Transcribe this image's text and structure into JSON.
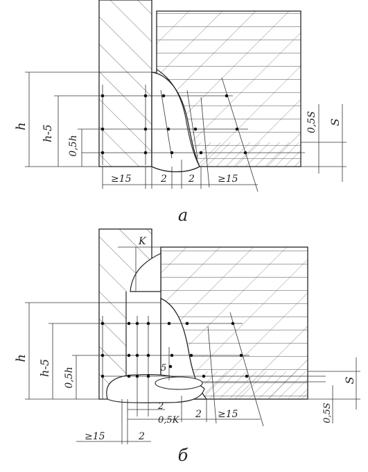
{
  "figure_a": {
    "caption": "а",
    "dims": {
      "h": "h",
      "h5": "h-5",
      "half_h": "0,5h",
      "half_s": "0,5S",
      "s": "S",
      "min15_left": "≥15",
      "gap_left": "2",
      "gap_right": "2",
      "min15_right": "≥15"
    }
  },
  "figure_b": {
    "caption": "б",
    "dims": {
      "k": "K",
      "h": "h",
      "h5": "h-5",
      "half_h": "0,5h",
      "five": "5",
      "s": "S",
      "half_s": "0,5S",
      "gap_2_top": "2",
      "half_k": "0,5K",
      "gap_right": "2",
      "min15_right": "≥15",
      "min15_left": "≥15",
      "gap_left": "2"
    }
  },
  "colors": {
    "ink": "#222222",
    "paper": "#ffffff"
  }
}
